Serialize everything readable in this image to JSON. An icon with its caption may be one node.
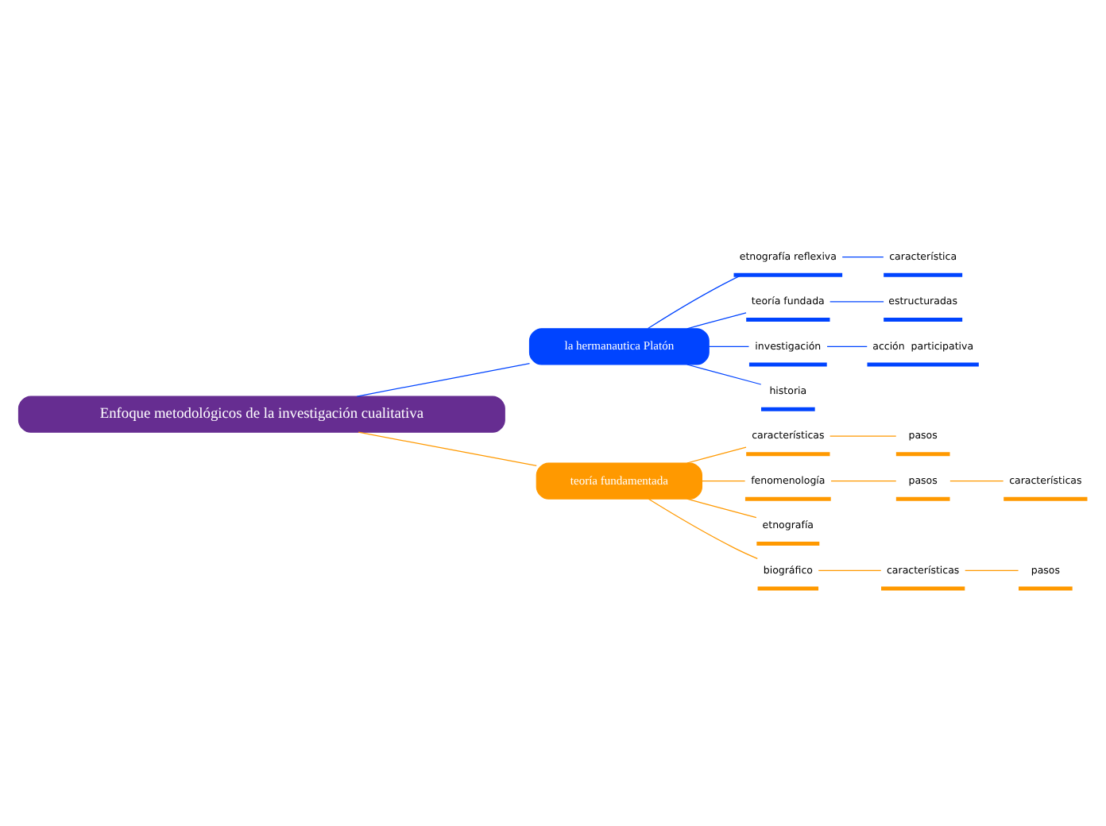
{
  "diagram": {
    "nodes": [
      {
        "text": [
          "Enfoque metodológicos de la investigación cualitativa"
        ]
      },
      {
        "text": [
          "la hermanautica Platón"
        ]
      },
      {
        "text": [
          "etnografía reflexiva"
        ]
      },
      {
        "text": [
          "característica"
        ]
      },
      {
        "text": [
          "teoría fundada"
        ]
      },
      {
        "text": [
          "estructuradas"
        ]
      },
      {
        "text": [
          "investigación"
        ]
      },
      {
        "text": [
          "acción  participativa"
        ]
      },
      {
        "text": [
          "historia"
        ]
      },
      {
        "text": [
          "teoría fundamentada"
        ]
      },
      {
        "text": [
          "características"
        ]
      },
      {
        "text": [
          "pasos"
        ]
      },
      {
        "text": [
          "fenomenología"
        ]
      },
      {
        "text": [
          "pasos"
        ]
      },
      {
        "text": [
          "características"
        ]
      },
      {
        "text": [
          "etnografía"
        ]
      },
      {
        "text": [
          "biográfico"
        ]
      },
      {
        "text": [
          "características"
        ]
      },
      {
        "text": [
          "pasos"
        ]
      }
    ],
    "edges": [
      {
        "from": 0,
        "to": 1,
        "arrow": "none",
        "color": "#0044ff"
      },
      {
        "from": 1,
        "to": 2,
        "arrow": "none",
        "color": "#0044ff"
      },
      {
        "from": 2,
        "to": 3,
        "arrow": "none",
        "color": "#0044ff"
      },
      {
        "from": 1,
        "to": 4,
        "arrow": "none",
        "color": "#0044ff"
      },
      {
        "from": 4,
        "to": 5,
        "arrow": "none",
        "color": "#0044ff"
      },
      {
        "from": 1,
        "to": 6,
        "arrow": "none",
        "color": "#0044ff"
      },
      {
        "from": 6,
        "to": 7,
        "arrow": "none",
        "color": "#0044ff"
      },
      {
        "from": 1,
        "to": 8,
        "arrow": "none",
        "color": "#0044ff"
      },
      {
        "from": 0,
        "to": 9,
        "arrow": "none"
      },
      {
        "from": 9,
        "to": 10,
        "arrow": "none"
      },
      {
        "from": 10,
        "to": 11,
        "arrow": "none"
      },
      {
        "from": 9,
        "to": 12,
        "arrow": "none"
      },
      {
        "from": 12,
        "to": 13,
        "arrow": "none"
      },
      {
        "from": 13,
        "to": 14,
        "arrow": "none"
      },
      {
        "from": 9,
        "to": 15,
        "arrow": "none"
      },
      {
        "from": 9,
        "to": 16,
        "arrow": "none"
      },
      {
        "from": 16,
        "to": 17,
        "arrow": "none"
      },
      {
        "from": 17,
        "to": 18,
        "arrow": "none"
      }
    ]
  }
}
